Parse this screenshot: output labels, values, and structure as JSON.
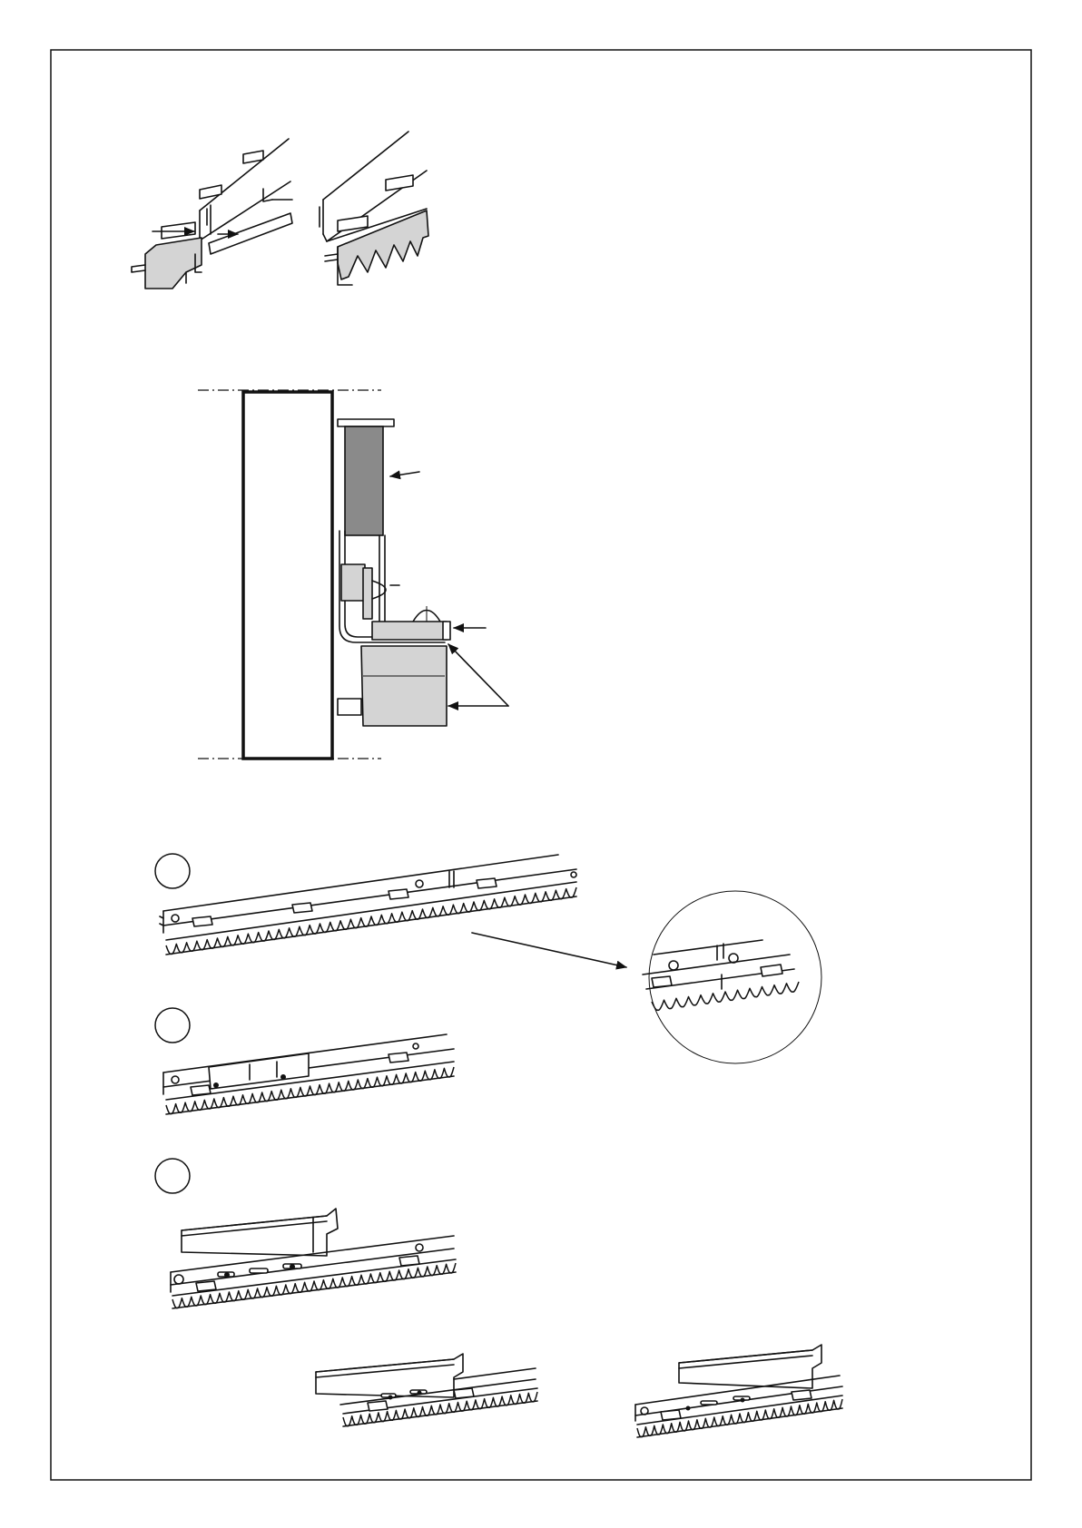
{
  "steps": [
    {
      "id": 1,
      "label": ""
    },
    {
      "id": 2,
      "label": ""
    },
    {
      "id": 3,
      "label": ""
    }
  ],
  "colors": {
    "line": "#111111",
    "shade_light": "#d4d4d4",
    "shade_dark": "#8a8a8a",
    "background": "#ffffff"
  }
}
